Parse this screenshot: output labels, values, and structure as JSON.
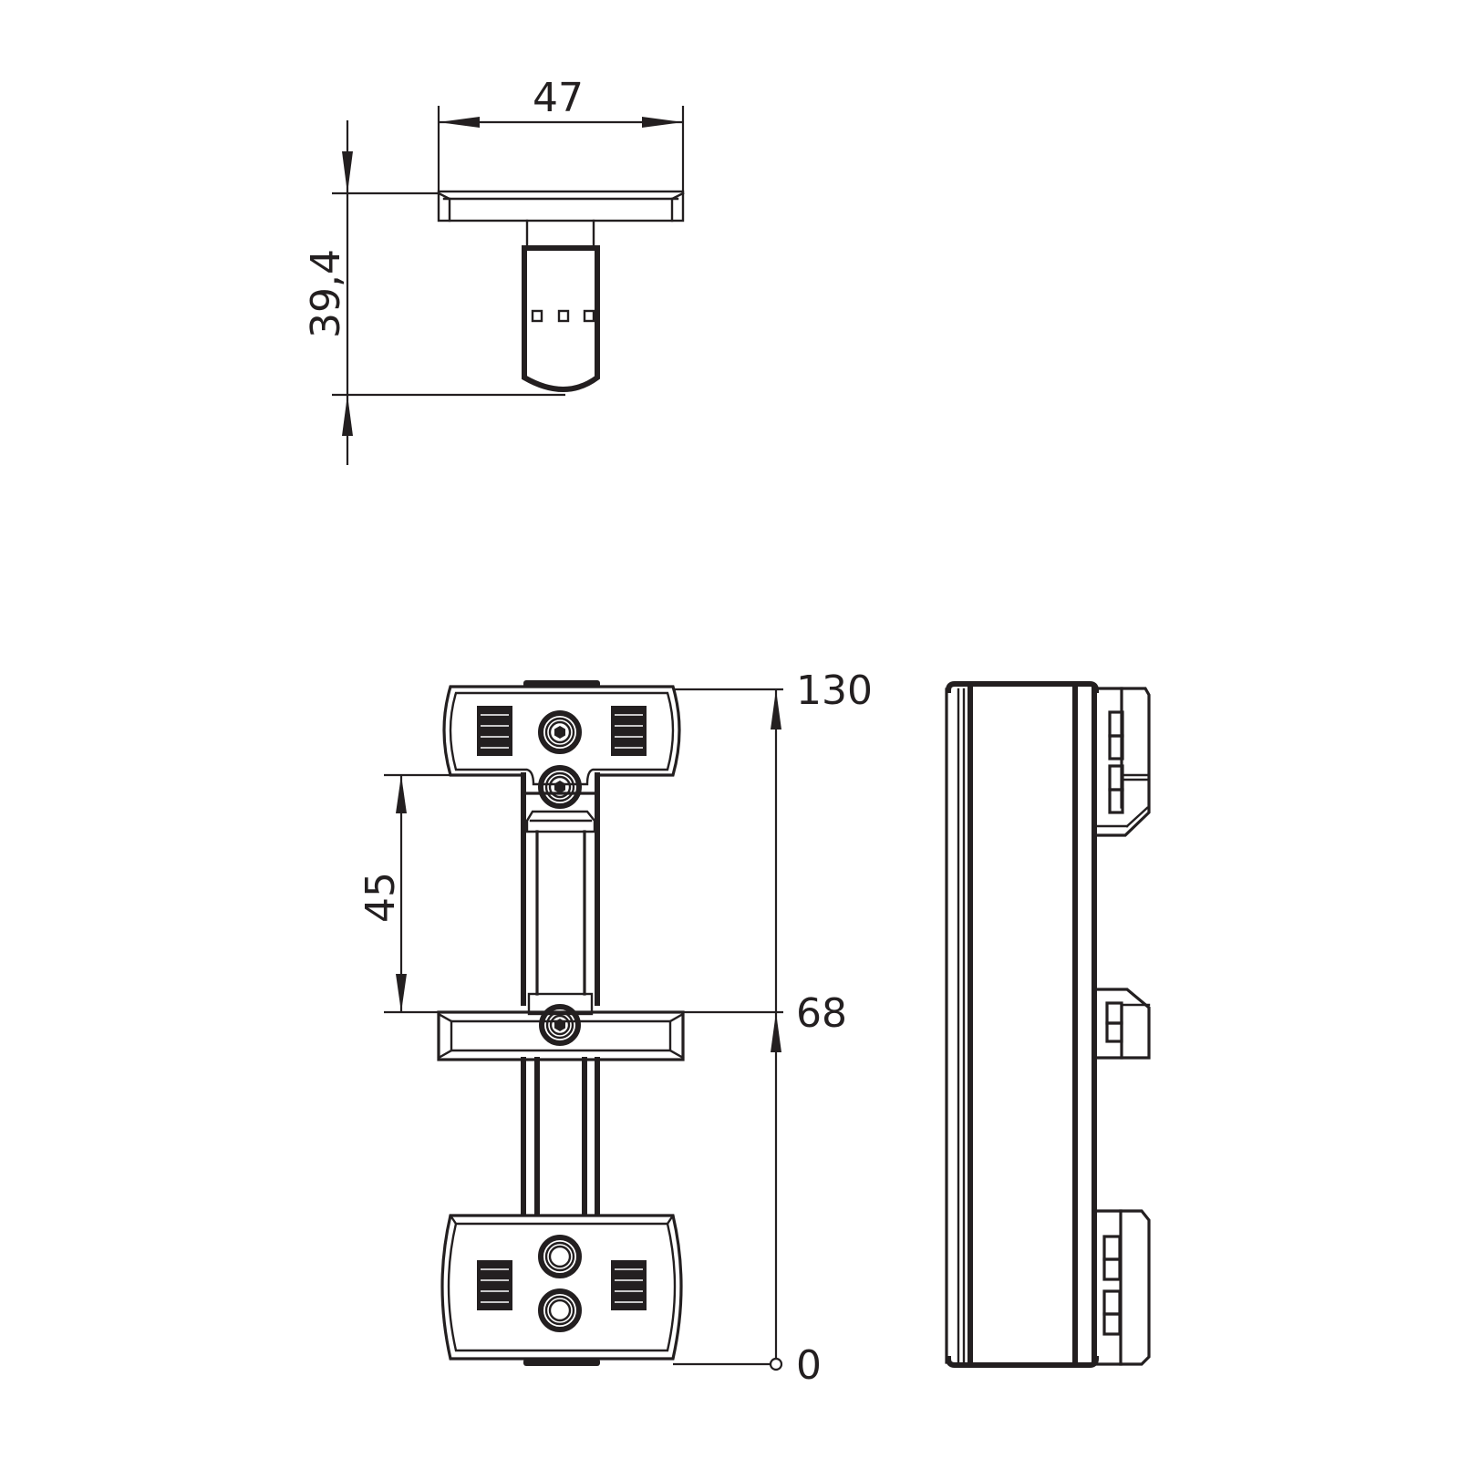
{
  "drawing": {
    "line_color": "#231f20",
    "background": "#ffffff"
  },
  "top_view": {
    "width_dim": "47",
    "height_dim": "39,4"
  },
  "front_view": {
    "slot_dim": "45",
    "level_top": "130",
    "level_mid": "68",
    "level_bottom": "0"
  },
  "side_view": {}
}
